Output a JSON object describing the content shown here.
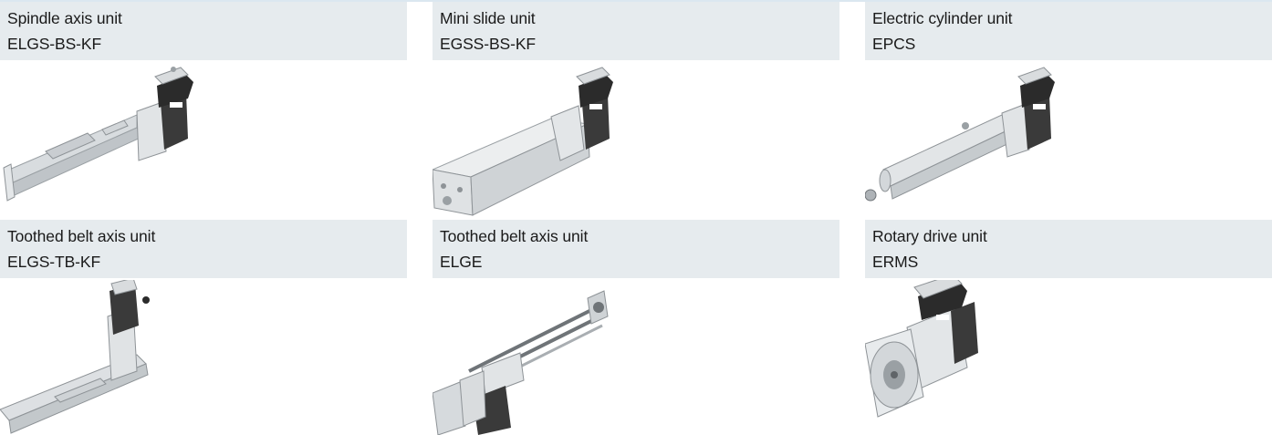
{
  "units": [
    {
      "name": "Spindle axis unit",
      "code": "ELGS-BS-KF",
      "icon": "spindle-axis-unit-icon"
    },
    {
      "name": "Mini slide unit",
      "code": "EGSS-BS-KF",
      "icon": "mini-slide-unit-icon"
    },
    {
      "name": "Electric cylinder unit",
      "code": "EPCS",
      "icon": "electric-cylinder-unit-icon"
    },
    {
      "name": "Toothed belt axis unit",
      "code": "ELGS-TB-KF",
      "icon": "toothed-belt-axis-unit-icon"
    },
    {
      "name": "Toothed belt axis unit",
      "code": "ELGE",
      "icon": "toothed-belt-axis-gantry-icon"
    },
    {
      "name": "Rotary drive unit",
      "code": "ERMS",
      "icon": "rotary-drive-unit-icon"
    }
  ],
  "colors": {
    "header_bg": "#e6ebee",
    "metal_light": "#eef0f1",
    "metal_mid": "#cfd3d6",
    "metal_dark": "#8e9397",
    "motor": "#2b2b2b"
  }
}
